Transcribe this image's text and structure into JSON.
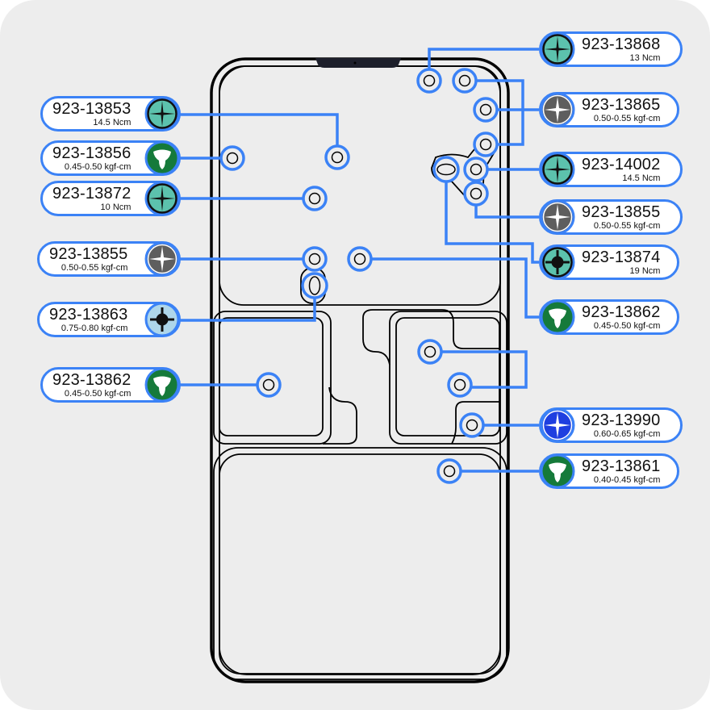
{
  "title": "Screw map",
  "colors": {
    "accent": "#3b82f6",
    "teal": "#5cc2ad",
    "gray": "#5e5e5e",
    "green": "#157a3a",
    "lightblue": "#aed6ea",
    "blue": "#1f3fe0"
  },
  "left_labels": [
    {
      "part": "923-13853",
      "torque": "14.5 Ncm",
      "icon": "phillips-teal"
    },
    {
      "part": "923-13856",
      "torque": "0.45-0.50 kgf-cm",
      "icon": "tri-wing-green"
    },
    {
      "part": "923-13872",
      "torque": "10 Ncm",
      "icon": "phillips-teal"
    },
    {
      "part": "923-13855",
      "torque": "0.50-0.55 kgf-cm",
      "icon": "phillips-gray"
    },
    {
      "part": "923-13863",
      "torque": "0.75-0.80 kgf-cm",
      "icon": "standoff-lightblue"
    },
    {
      "part": "923-13862",
      "torque": "0.45-0.50 kgf-cm",
      "icon": "tri-wing-green"
    }
  ],
  "right_labels": [
    {
      "part": "923-13868",
      "torque": "13 Ncm",
      "icon": "phillips-teal"
    },
    {
      "part": "923-13865",
      "torque": "0.50-0.55 kgf-cm",
      "icon": "phillips-gray"
    },
    {
      "part": "923-14002",
      "torque": "14.5 Ncm",
      "icon": "phillips-teal"
    },
    {
      "part": "923-13855",
      "torque": "0.50-0.55 kgf-cm",
      "icon": "phillips-gray"
    },
    {
      "part": "923-13874",
      "torque": "19 Ncm",
      "icon": "standoff-teal"
    },
    {
      "part": "923-13862",
      "torque": "0.45-0.50 kgf-cm",
      "icon": "tri-wing-green"
    },
    {
      "part": "923-13990",
      "torque": "0.60-0.65 kgf-cm",
      "icon": "phillips-blue"
    },
    {
      "part": "923-13861",
      "torque": "0.40-0.45 kgf-cm",
      "icon": "tri-wing-green"
    }
  ]
}
